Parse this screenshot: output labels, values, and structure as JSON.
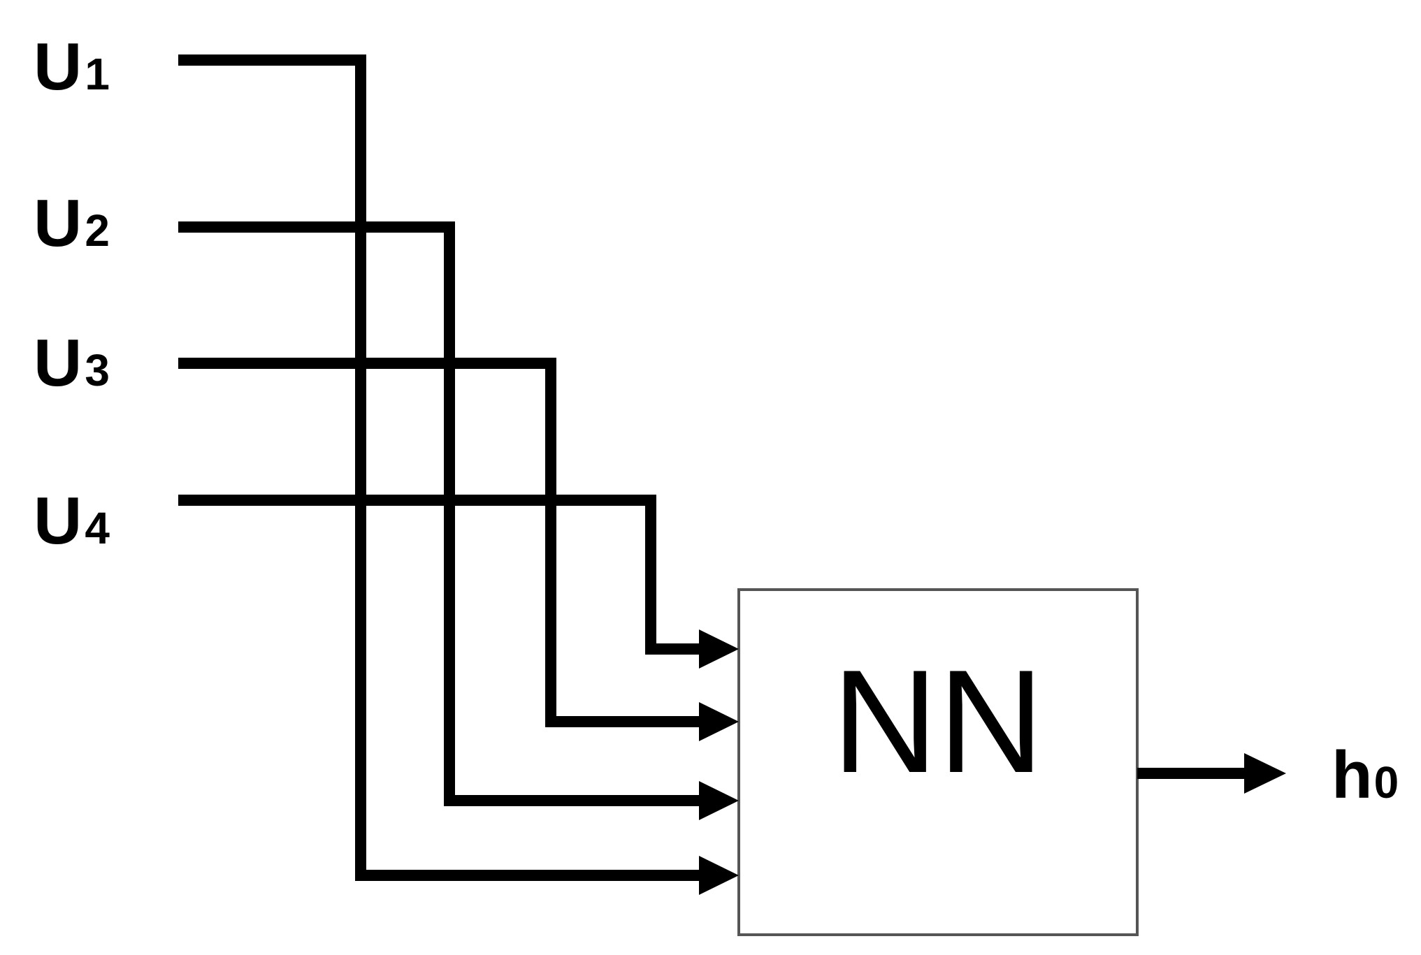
{
  "diagram": {
    "inputs": [
      {
        "name": "U",
        "sub": "1"
      },
      {
        "name": "U",
        "sub": "2"
      },
      {
        "name": "U",
        "sub": "3"
      },
      {
        "name": "U",
        "sub": "4"
      }
    ],
    "block": {
      "label": "NN"
    },
    "output": {
      "name": "h",
      "sub": "0"
    },
    "colors": {
      "line": "#000000",
      "box_border": "#555555",
      "background": "#ffffff"
    }
  }
}
